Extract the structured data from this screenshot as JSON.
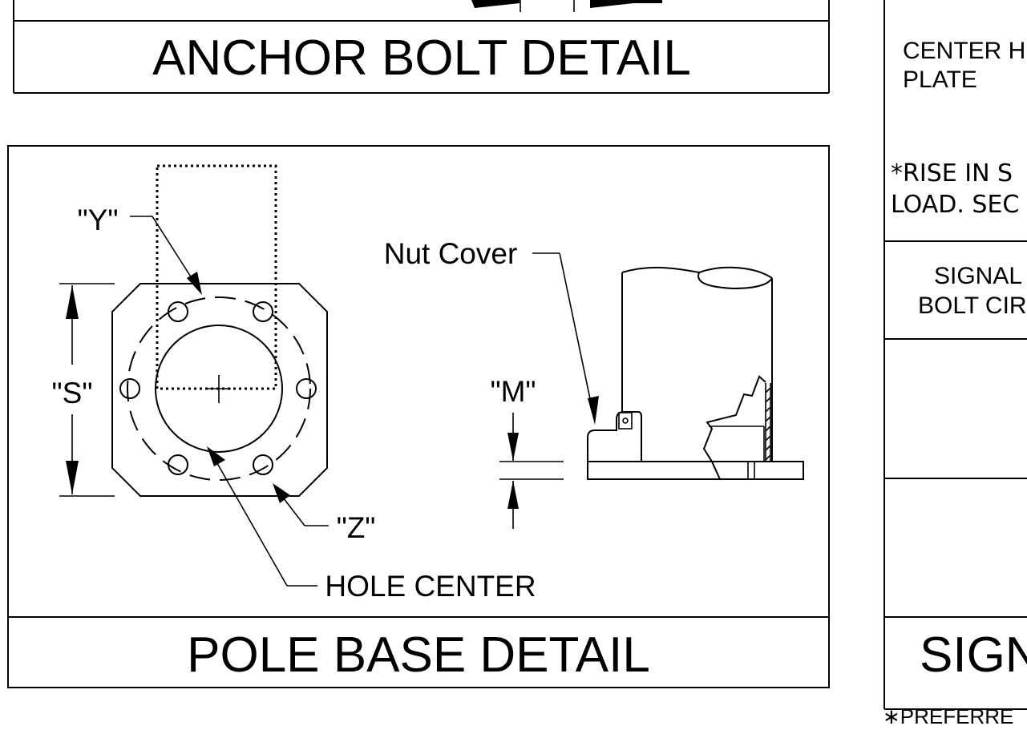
{
  "anchor_bolt_panel": {
    "title": "ANCHOR BOLT DETAIL"
  },
  "pole_base_panel": {
    "title": "POLE BASE DETAIL",
    "labels": {
      "y": "\"Y\"",
      "s": "\"S\"",
      "z": "\"Z\"",
      "m": "\"M\"",
      "nut_cover": "Nut Cover",
      "hole_center": "HOLE CENTER"
    }
  },
  "signal_panel": {
    "center_hole_line1": "CENTER H",
    "center_hole_line2": "PLATE",
    "rise_note_line1": "*RISE IN S",
    "rise_note_line2": "LOAD. SEC",
    "signal_line1": "SIGNAL",
    "signal_line2": "BOLT CIR",
    "title": "SIGN",
    "footnote": "∗PREFERRE"
  }
}
